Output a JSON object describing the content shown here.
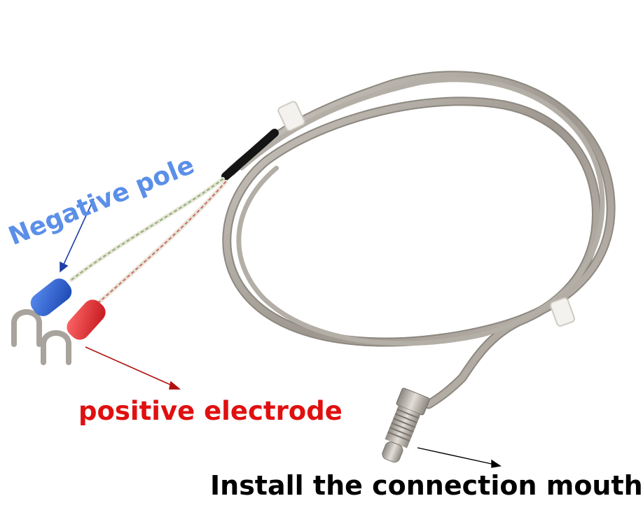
{
  "labels": {
    "negative": "Negative pole",
    "positive": "positive electrode",
    "install": "Install the connection mouth"
  },
  "colors": {
    "negative_label": "#5b8fe8",
    "positive_label": "#e01010",
    "install_label": "#000000",
    "negative_arrow": "#1f3fa8",
    "positive_arrow": "#b01010",
    "install_arrow": "#000000",
    "cable_metal": "#a9a49d",
    "terminal_blue": "#1f5fd0",
    "terminal_red": "#e2242a"
  }
}
